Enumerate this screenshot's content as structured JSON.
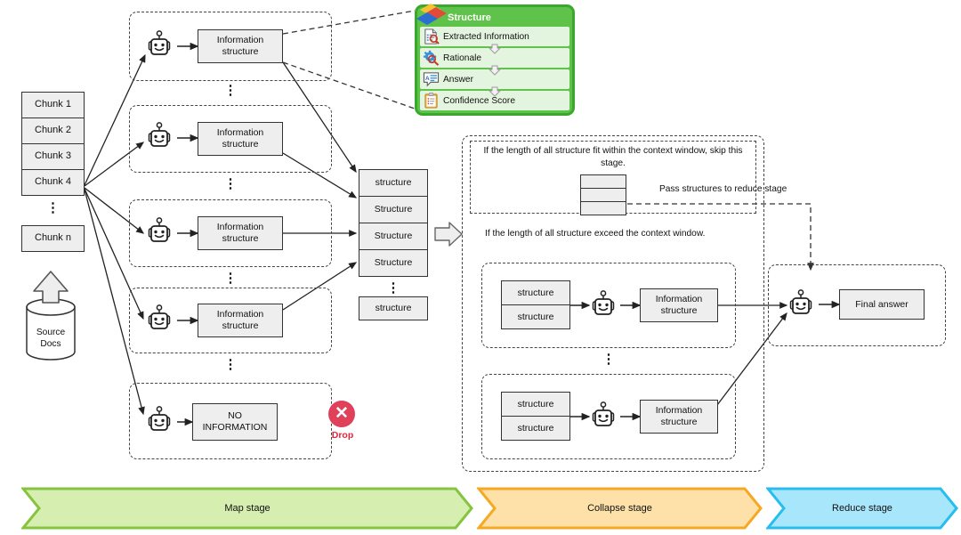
{
  "title": "Map-Collapse-Reduce pipeline diagram",
  "source": {
    "label": "Source\nDocs",
    "line1": "Source",
    "line2": "Docs"
  },
  "chunks": {
    "stacked": [
      "Chunk 1",
      "Chunk 2",
      "Chunk 3",
      "Chunk 4"
    ],
    "ellipsis": "⋮",
    "last": "Chunk n"
  },
  "map_stage": {
    "groups": [
      {
        "robot": "robot-icon",
        "output": "Information\nstructure",
        "line1": "Information",
        "line2": "structure"
      },
      {
        "robot": "robot-icon",
        "output": "Information\nstructure",
        "line1": "Information",
        "line2": "structure"
      },
      {
        "robot": "robot-icon",
        "output": "Information\nstructure",
        "line1": "Information",
        "line2": "structure"
      },
      {
        "robot": "robot-icon",
        "output": "Information\nstructure",
        "line1": "Information",
        "line2": "structure"
      }
    ],
    "drop_group": {
      "output_line1": "NO",
      "output_line2": "INFORMATION",
      "badge_glyph": "✕",
      "badge_label": "Drop",
      "badge_color": "#e0415a",
      "label_color": "#e0283f"
    },
    "ellipsis": "⋮"
  },
  "legend": {
    "title": "Structure",
    "header_color": "#3cb034",
    "card_color": "#5fc24a",
    "row_bg": "#e4f5df",
    "rows": [
      {
        "icon": "document-search-icon",
        "label": "Extracted Information"
      },
      {
        "icon": "gear-search-icon",
        "label": "Rationale"
      },
      {
        "icon": "answer-bubble-icon",
        "label": "Answer"
      },
      {
        "icon": "clipboard-icon",
        "label": "Confidence Score"
      }
    ],
    "logo": "diamond-stack-icon"
  },
  "structure_list": {
    "stacked": [
      "structure",
      "Structure",
      "Structure",
      "Structure"
    ],
    "ellipsis": "⋮",
    "last": "structure"
  },
  "collapse_stage": {
    "skip_note": "If the length of all structure fit within the context window, skip this stage.",
    "exceed_note": "If the length of all structure exceed the context window.",
    "pass_note": "Pass structures to reduce stage",
    "skip_stack": [
      "",
      "",
      ""
    ],
    "ellipsis": "⋮",
    "groups": [
      {
        "inputs": [
          "structure",
          "structure"
        ],
        "robot": "robot-icon",
        "out_line1": "Information",
        "out_line2": "structure"
      },
      {
        "inputs": [
          "structure",
          "structure"
        ],
        "robot": "robot-icon",
        "out_line1": "Information",
        "out_line2": "structure"
      }
    ]
  },
  "reduce_stage": {
    "robot": "robot-icon",
    "final": "Final answer"
  },
  "banners": [
    {
      "label": "Map stage",
      "fill": "#d6eeb0",
      "stroke": "#86c440"
    },
    {
      "label": "Collapse stage",
      "fill": "#fde1a8",
      "stroke": "#f7a823"
    },
    {
      "label": "Reduce stage",
      "fill": "#a8e7fb",
      "stroke": "#27bdee"
    }
  ]
}
